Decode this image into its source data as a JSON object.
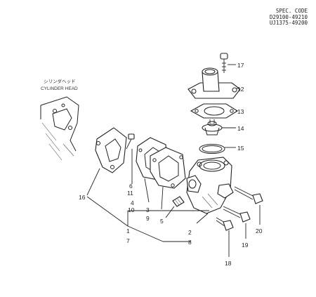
{
  "spec_block": {
    "title": "SPEC. CODE",
    "codes": [
      "D29100-49210",
      "UJ1375-49200"
    ]
  },
  "cylinder_head_label": {
    "japanese": "シリンダヘッド",
    "english": "CYLINDER HEAD"
  },
  "callouts": {
    "n1": "1",
    "n2": "2",
    "n3": "3",
    "n4": "4",
    "n5": "5",
    "n6": "6",
    "n7": "7",
    "n8": "8",
    "n9": "9",
    "n10": "10",
    "n11": "11",
    "n12": "12",
    "n13": "13",
    "n14": "14",
    "n15": "15",
    "n16": "16",
    "n17": "17",
    "n18": "18",
    "n19": "19",
    "n20": "20"
  }
}
